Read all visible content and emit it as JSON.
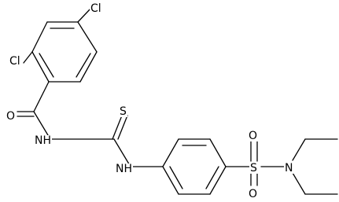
{
  "molecule": {
    "atom_labels": {
      "cl_top": "Cl",
      "cl_left": "Cl",
      "o_carbonyl": "O",
      "nh_amide": "NH",
      "s_thio": "S",
      "nh_aryl": "NH",
      "s_sulfonyl": "S",
      "o_sulfonyl_top": "O",
      "o_sulfonyl_bottom": "O",
      "n_amine": "N"
    },
    "colors": {
      "bond": "#000000",
      "label": "#000000",
      "background": "#ffffff"
    }
  }
}
